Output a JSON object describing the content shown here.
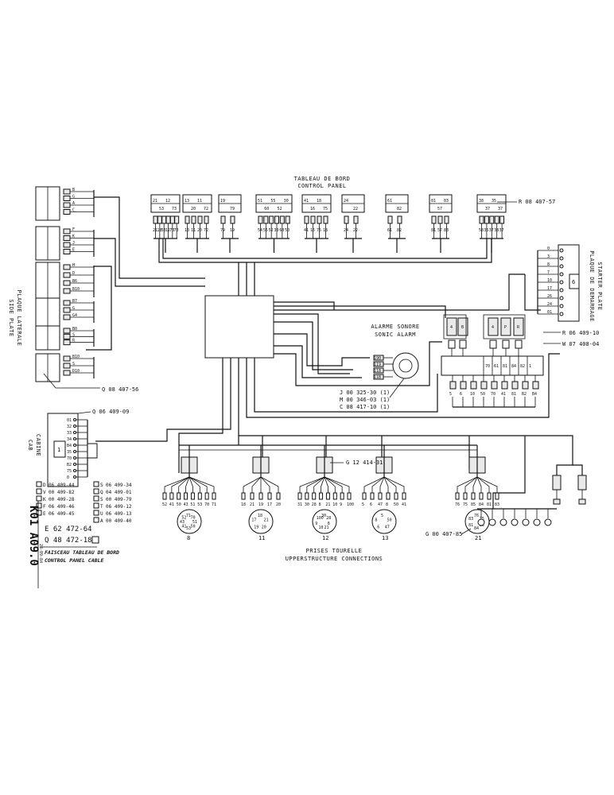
{
  "dashboard": {
    "title_fr": "TABLEAU DE BORD",
    "title_en": "CONTROL PANEL",
    "ref": "R 08 407-57",
    "connector_pins": [
      [
        "21",
        "53",
        "12",
        "73"
      ],
      [
        "13",
        "20",
        "11",
        "72"
      ],
      [
        "19",
        "79"
      ],
      [
        "51",
        "60",
        "55",
        "52",
        "30"
      ],
      [
        "41",
        "16",
        "18",
        "75"
      ],
      [
        "24",
        "22"
      ],
      [
        "61",
        "82"
      ],
      [
        "81",
        "57",
        "83"
      ],
      [
        "38",
        "37",
        "35",
        "37"
      ]
    ],
    "wire_numbers": [
      [
        "21",
        "18",
        "53",
        "12",
        "73",
        "73"
      ],
      [
        "13",
        "11",
        "20",
        "72"
      ],
      [
        "79",
        "19"
      ],
      [
        "54",
        "55",
        "52",
        "30",
        "60",
        "50"
      ],
      [
        "41",
        "16",
        "75",
        "18"
      ],
      [
        "24",
        "22"
      ],
      [
        "61",
        "82"
      ],
      [
        "81",
        "57",
        "83"
      ],
      [
        "58",
        "35",
        "37",
        "38",
        "37"
      ]
    ]
  },
  "side_plate": {
    "label_fr": "PLAQUE LATERALE",
    "label_en": "SIDE PLATE",
    "ref": "Q 08 407-56",
    "pin_labels": [
      "B",
      "G",
      "A",
      "C",
      "F",
      "K",
      "J",
      "E",
      "H",
      "D",
      "B6",
      "B10",
      "B7",
      "G",
      "G4",
      "B0",
      "S",
      "R",
      "B10",
      "S",
      "D10",
      "D1",
      "E"
    ]
  },
  "starter_plate": {
    "label_fr": "PLAQUE DE DEMARRAGE",
    "label_en": "STARTER PLATE",
    "pins": [
      "0",
      "3",
      "8",
      "7",
      "10",
      "17",
      "26",
      "24",
      "01"
    ],
    "block_label": "6"
  },
  "sonic_alarm": {
    "label_fr": "ALARME SONORE",
    "label_en": "SONIC ALARM",
    "pins": [
      "190",
      "119",
      "118",
      "11B"
    ],
    "refs": [
      "J 00 325-30 (1)",
      "M 00 346-03 (1)",
      "C 08 417-10 (1)"
    ]
  },
  "right_block": {
    "refs": [
      "R 06 409-10",
      "W 07 408-04"
    ],
    "top_labels": [
      "4",
      "B",
      "4",
      "P",
      "R"
    ],
    "upper_numbers": [
      "70",
      "61",
      "81",
      "84",
      "82",
      "1"
    ],
    "lower_numbers": [
      "5",
      "6",
      "10",
      "50",
      "70",
      "41",
      "81",
      "B2",
      "B4"
    ]
  },
  "cab": {
    "label_fr": "CABINE",
    "label_en": "CAB",
    "ref": "Q 06 409-09",
    "pins": [
      "01",
      "32",
      "33",
      "34",
      "B4",
      "35",
      "70",
      "B2",
      "75",
      "0"
    ],
    "block_label": "1"
  },
  "turret": {
    "title_fr": "PRISES TOURELLE",
    "title_en": "UPPERSTRUCTURE CONNECTIONS",
    "cable_ref": "G 12 414-31",
    "socket_ref": "G 00 407-85",
    "sockets": [
      {
        "id": "8",
        "pins": [
          "71",
          "70",
          "51",
          "50",
          "53",
          "41",
          "43",
          "52"
        ],
        "wires": [
          "52",
          "41",
          "50",
          "43",
          "51",
          "53",
          "70",
          "71"
        ]
      },
      {
        "id": "11",
        "pins": [
          "18",
          "21",
          "20",
          "19",
          "17"
        ],
        "wires": [
          "18",
          "21",
          "19",
          "17",
          "20"
        ]
      },
      {
        "id": "12",
        "pins": [
          "30",
          "28",
          "8",
          "21",
          "10",
          "9",
          "100"
        ],
        "wires": [
          "31",
          "30",
          "28",
          "8",
          "21",
          "10",
          "9",
          "100"
        ]
      },
      {
        "id": "13",
        "pins": [
          "5",
          "50",
          "47",
          "6",
          "8"
        ],
        "wires": [
          "5",
          "6",
          "47",
          "8",
          "50",
          "41"
        ]
      },
      {
        "id": "21",
        "pins": [
          "76",
          "75",
          "85",
          "84",
          "81",
          "83"
        ],
        "wires": [
          "76",
          "75",
          "85",
          "84",
          "81",
          "83"
        ]
      }
    ]
  },
  "legend": [
    {
      "code": "D",
      "ref": "06 409-44"
    },
    {
      "code": "V",
      "ref": "00 409-82"
    },
    {
      "code": "K",
      "ref": "00 409-28"
    },
    {
      "code": "F",
      "ref": "06 409-46"
    },
    {
      "code": "E",
      "ref": "06 409-45"
    },
    {
      "code": "S",
      "ref": "06 409-34"
    },
    {
      "code": "Q",
      "ref": "04 409-01"
    },
    {
      "code": "S",
      "ref": "00 409-79"
    },
    {
      "code": "T",
      "ref": "06 409-12"
    },
    {
      "code": "U",
      "ref": "06 409-13"
    },
    {
      "code": "A",
      "ref": "00 409-40"
    }
  ],
  "titleblock": {
    "code": "K01  A09.0",
    "ref1": "E  62 472-64",
    "ref2": "Q  48 472-18",
    "date": "28-09-84",
    "title_fr": "FAISCEAU TABLEAU DE BORD",
    "title_en": "CONTROL PANEL CABLE"
  }
}
